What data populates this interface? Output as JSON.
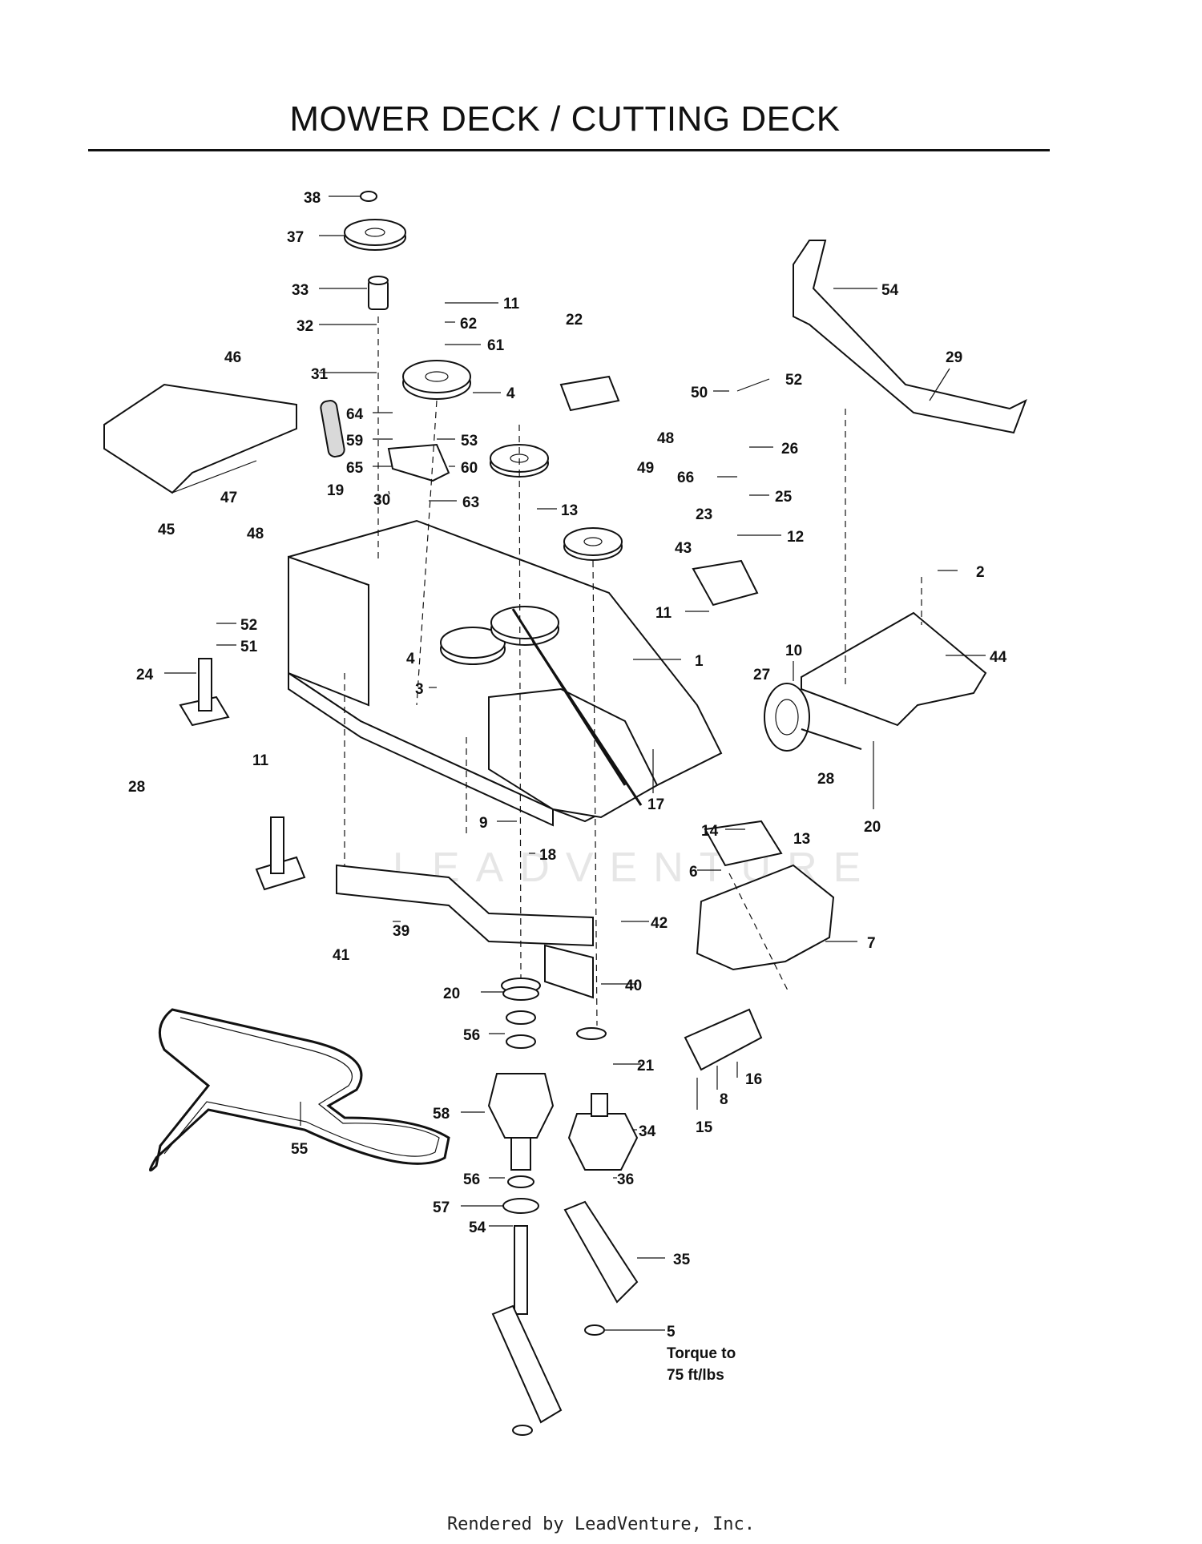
{
  "page": {
    "title": "MOWER DECK / CUTTING DECK",
    "footer": "Rendered by LeadVenture, Inc.",
    "watermark": "LEADVENTURE"
  },
  "notes": {
    "torque_line1": "Torque to",
    "torque_line2": "75 ft/lbs"
  },
  "callouts": [
    "38",
    "37",
    "33",
    "32",
    "31",
    "11",
    "62",
    "61",
    "4",
    "64",
    "59",
    "65",
    "53",
    "60",
    "19",
    "30",
    "63",
    "46",
    "47",
    "45",
    "48",
    "22",
    "48",
    "49",
    "50",
    "52",
    "26",
    "66",
    "25",
    "54",
    "29",
    "13",
    "23",
    "12",
    "43",
    "11",
    "2",
    "44",
    "1",
    "4",
    "3",
    "52",
    "51",
    "24",
    "28",
    "11",
    "10",
    "27",
    "28",
    "20",
    "17",
    "14",
    "13",
    "9",
    "18",
    "6",
    "7",
    "42",
    "39",
    "41",
    "40",
    "20",
    "56",
    "21",
    "58",
    "34",
    "55",
    "56",
    "36",
    "57",
    "54",
    "35",
    "5",
    "16",
    "8",
    "15"
  ]
}
